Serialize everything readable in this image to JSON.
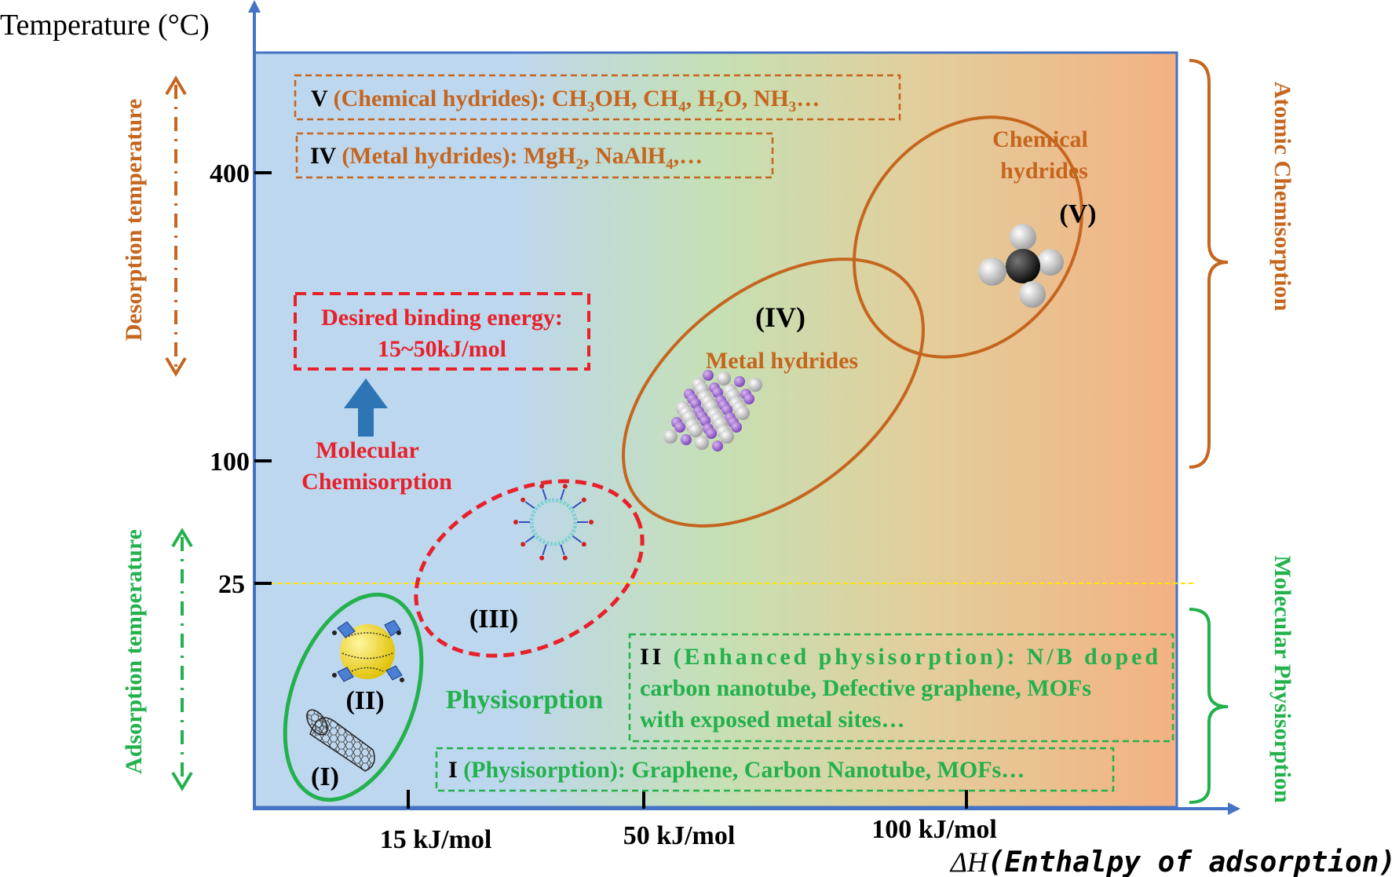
{
  "axes": {
    "y_title": "Temperature (°C)",
    "x_title_symbol": "ΔH",
    "x_title_text": "(Enthalpy of adsorption)",
    "y_ticks": [
      "400",
      "100",
      "25"
    ],
    "x_ticks": [
      "15 kJ/mol",
      "50 kJ/mol",
      "100 kJ/mol"
    ]
  },
  "side_labels": {
    "desorption": "Desorption temperature",
    "adsorption": "Adsorption temperature",
    "atomic": "Atomic Chemisorption",
    "molecular_phys": "Molecular Physisorption"
  },
  "boxes": {
    "v_numeral": "V",
    "v_text": "(Chemical hydrides): CH",
    "v_s1": "3",
    "v_t2": "OH, CH",
    "v_s2": "4",
    "v_t3": ", H",
    "v_s3": "2",
    "v_t4": "O, NH",
    "v_s4": "3",
    "v_t5": "…",
    "iv_numeral": "IV",
    "iv_text": "(Metal hydrides): MgH",
    "iv_s1": "2",
    "iv_t2": ", NaAlH",
    "iv_s2": "4",
    "iv_t3": ",…",
    "desired_line1": "Desired binding energy:",
    "desired_line2": "15~50kJ/mol",
    "ii_numeral": "II",
    "ii_line1": "(Enhanced physisorption): N/B doped",
    "ii_line2": "carbon nanotube, Defective graphene, MOFs",
    "ii_line3": "with exposed metal sites…",
    "i_numeral": "I",
    "i_text": "(Physisorption): Graphene, Carbon Nanotube, MOFs…"
  },
  "region_labels": {
    "chemical_hydrides_1": "Chemical",
    "chemical_hydrides_2": "hydrides",
    "v": "(V)",
    "iv": "(IV)",
    "metal_hydrides": "Metal hydrides",
    "molecular_chem_1": "Molecular",
    "molecular_chem_2": "Chemisorption",
    "iii": "(III)",
    "ii": "(II)",
    "i": "(I)",
    "physisorption": "Physisorption"
  },
  "colors": {
    "orange": "#c5651e",
    "red": "#e8202a",
    "green": "#22b14c",
    "axis_blue": "#4472c4",
    "arrow_blue": "#2e75b6",
    "bg_left": "#bdd7ee",
    "bg_mid": "#c5e0b4",
    "bg_right": "#f4b183"
  }
}
